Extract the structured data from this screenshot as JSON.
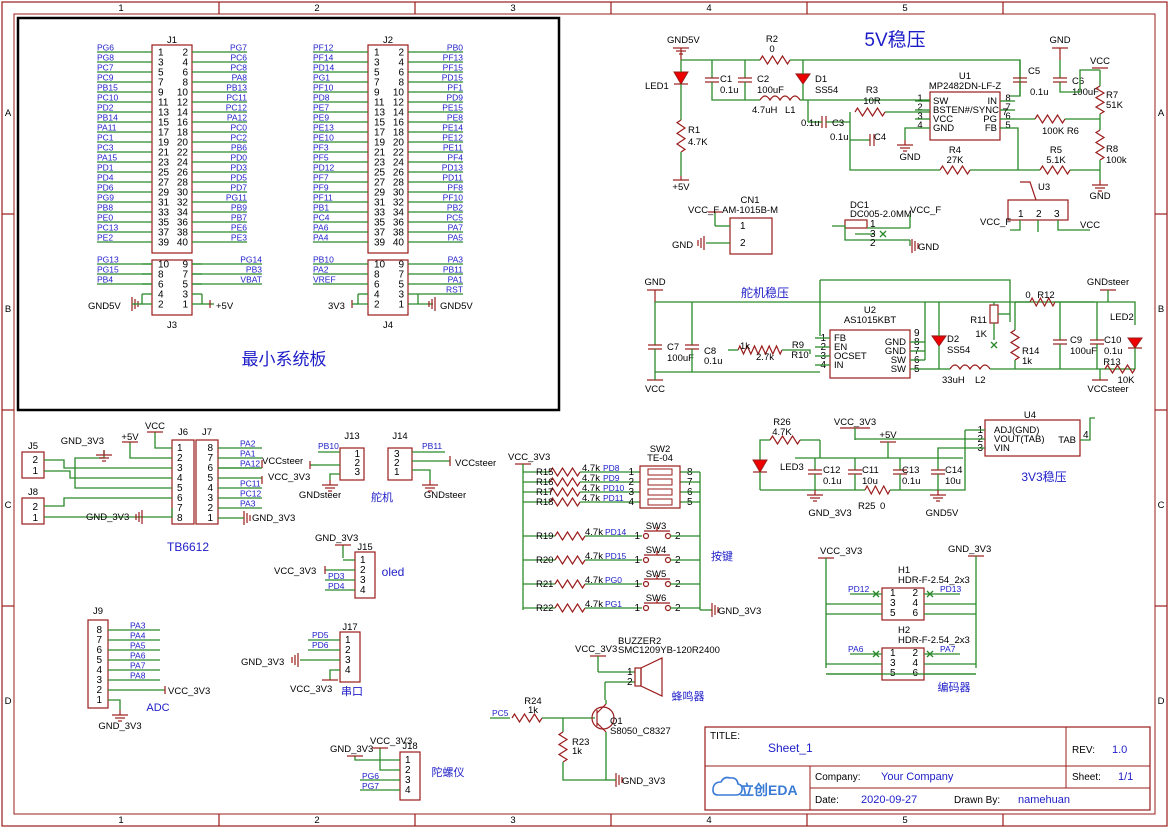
{
  "border": {
    "cols": [
      "1",
      "2",
      "3",
      "4",
      "5"
    ],
    "rows": [
      "A",
      "B",
      "C",
      "D"
    ]
  },
  "titles": {
    "power5v": "5V稳压",
    "minsys": "最小系统板",
    "servo": "舵机稳压",
    "v33": "3V3稳压",
    "tb6612": "TB6612",
    "servo2": "舵机",
    "keys": "按键",
    "oled": "oled",
    "serial": "串口",
    "adc": "ADC",
    "encoder": "编码器",
    "buzzer": "蜂鸣器",
    "gyro": "陀螺仪"
  },
  "j1": {
    "ref": "J1",
    "bottom": "J3",
    "left": [
      "PG6",
      "PG8",
      "PC7",
      "PC9",
      "PB15",
      "PC10",
      "PD2",
      "PB14",
      "PA11",
      "PC1",
      "PC3",
      "PA15",
      "PD1",
      "PD4",
      "PD6",
      "PG9",
      "PB8",
      "PE0",
      "PC13",
      "PE2"
    ],
    "right": [
      "PG7",
      "PC6",
      "PC8",
      "PA8",
      "PB13",
      "PC11",
      "PC12",
      "PA12",
      "PC0",
      "PC2",
      "PB6",
      "PD0",
      "PD3",
      "PD5",
      "PD7",
      "PG11",
      "PB9",
      "PB7",
      "PE6",
      "PE3"
    ],
    "left_pins": [
      "1",
      "3",
      "5",
      "7",
      "9",
      "11",
      "13",
      "15",
      "17",
      "19",
      "21",
      "23",
      "25",
      "27",
      "29",
      "31",
      "33",
      "35",
      "37",
      "39"
    ],
    "right_pins": [
      "2",
      "4",
      "6",
      "8",
      "10",
      "12",
      "14",
      "16",
      "18",
      "20",
      "22",
      "24",
      "26",
      "28",
      "30",
      "32",
      "34",
      "36",
      "38",
      "40"
    ],
    "j3_left": [
      "PG13",
      "PG15",
      "PB4"
    ],
    "j3_right": [
      "PG14",
      "PB3",
      "VBAT"
    ],
    "j3_lpins": [
      "10",
      "8",
      "6",
      "4",
      "2"
    ],
    "j3_rpins": [
      "9",
      "7",
      "5",
      "3",
      "1"
    ],
    "gnd": "GND5V",
    "v5": "+5V"
  },
  "j2": {
    "ref": "J2",
    "bottom": "J4",
    "left": [
      "PF12",
      "PF14",
      "PD14",
      "PG1",
      "PF10",
      "PD8",
      "PE7",
      "PE9",
      "PE13",
      "PE10",
      "PF3",
      "PF5",
      "PD12",
      "PF7",
      "PF9",
      "PF11",
      "PB1",
      "PC4",
      "PA6",
      "PA4"
    ],
    "right": [
      "PB0",
      "PF13",
      "PF15",
      "PD15",
      "PF1",
      "PD9",
      "PE15",
      "PE8",
      "PE14",
      "PE12",
      "PE11",
      "PF4",
      "PD13",
      "PD11",
      "PF8",
      "PF10",
      "PB2",
      "PC5",
      "PA7",
      "PA5"
    ],
    "j4_left": [
      "PB10",
      "PA2",
      "VREF"
    ],
    "j4_right": [
      "PA3",
      "PB11",
      "PA1",
      "RST"
    ],
    "v33": "3V3",
    "gnd": "GND5V"
  },
  "p5": {
    "gnd5v": "GND5V",
    "gnd": "GND",
    "vcc": "VCC",
    "v5": "+5V",
    "r2": [
      "R2",
      "0"
    ],
    "led1": "LED1",
    "c1": [
      "C1",
      "0.1u"
    ],
    "c2": [
      "C2",
      "100uF"
    ],
    "d1": [
      "D1",
      "SS54"
    ],
    "l1": [
      "4.7uH",
      "L1"
    ],
    "r1": [
      "R1",
      "4.7K"
    ],
    "c3": [
      "0.1u",
      "C3"
    ],
    "c4": [
      "0.1u",
      "C4"
    ],
    "r3": [
      "R3",
      "10R"
    ],
    "r4": [
      "R4",
      "27K"
    ],
    "u1": [
      "U1",
      "MP2482DN-LF-Z"
    ],
    "u1l": [
      "SW",
      "BSTEN#/SYNC",
      "VCC",
      "GND"
    ],
    "u1r": [
      "IN",
      "PG",
      "FB"
    ],
    "u1lp": [
      "2",
      "3",
      "4"
    ],
    "u1rp": [
      "8",
      "7",
      "6",
      "5"
    ],
    "u1lp1": "1",
    "r6": "100K R6",
    "r5": [
      "R5",
      "5.1K"
    ],
    "c5": [
      "C5",
      "0.1u"
    ],
    "c6": [
      "C6",
      "100uF"
    ],
    "r7": [
      "R7",
      "51K"
    ],
    "r8": [
      "R8",
      "100k"
    ],
    "u3": "U3",
    "u3p": [
      "1",
      "2",
      "3"
    ]
  },
  "cn1": {
    "ref": "CN1",
    "part": "AM-1015B-M",
    "vcc": "VCC_F",
    "gnd": "GND",
    "p": [
      "1",
      "2"
    ]
  },
  "dc1": {
    "ref": "DC1",
    "part": "DC005-2.0MM",
    "vcc": "VCC_F",
    "gnd": "GND",
    "p": [
      "1",
      "3",
      "2"
    ],
    "u3v": "VCC_F",
    "u3v2": "VCC"
  },
  "sv": {
    "gnd": "GND",
    "vcc": "VCC",
    "gnds": "GNDsteer",
    "vccs": "VCCsteer",
    "c7": [
      "C7",
      "100uF"
    ],
    "c8": [
      "C8",
      "0.1u"
    ],
    "r9": [
      "1k",
      "R9"
    ],
    "r10": [
      "2.7k",
      "R10"
    ],
    "u2": [
      "U2",
      "AS1015KBT"
    ],
    "u2l": [
      "FB",
      "EN",
      "OCSET",
      "IN"
    ],
    "u2lp": [
      "1",
      "2",
      "3",
      "4"
    ],
    "u2r": [
      "GND",
      "GND",
      "SW",
      "SW"
    ],
    "u2rp": [
      "8",
      "7",
      "6",
      "5"
    ],
    "u2r9": "9",
    "d2": [
      "D2",
      "SS54"
    ],
    "l2": [
      "33uH",
      "L2"
    ],
    "r11": [
      "R11",
      "1K"
    ],
    "r12": [
      "0",
      "R12"
    ],
    "r14": [
      "R14",
      "1k"
    ],
    "c9": [
      "C9",
      "100uF"
    ],
    "c10": [
      "C10",
      "0.1u"
    ],
    "r13": [
      "R13",
      "10K"
    ],
    "led2": "LED2"
  },
  "u4": {
    "ref": "U4",
    "pins": [
      "ADJ(GND)",
      "VOUT(TAB)",
      "VIN"
    ],
    "pn": [
      "1",
      "2",
      "3"
    ],
    "tab": "TAB",
    "tp": "4",
    "r26": [
      "R26",
      "4.7K"
    ],
    "led3": "LED3",
    "vcc33": "VCC_3V3",
    "v5": "+5V",
    "c12": [
      "C12",
      "0.1u"
    ],
    "c11": [
      "C11",
      "10u"
    ],
    "c13": [
      "C13",
      "0.1u"
    ],
    "c14": [
      "C14",
      "10u"
    ],
    "r25": "R25",
    "r25v": "0",
    "gnd33": "GND_3V3",
    "gnd5v": "GND5V"
  },
  "tb": {
    "j5": "J5",
    "j8": "J8",
    "j6": "J6",
    "j7": "J7",
    "gnd33": "GND_3V3",
    "vcc": "VCC",
    "v5": "+5V",
    "nets": [
      "PA2",
      "PA1",
      "PA12",
      "VCCsteer",
      "PC11",
      "PC12",
      "PA3"
    ],
    "vcc33": "VCC_3V3",
    "j6p": [
      "1",
      "2",
      "3",
      "4",
      "5",
      "6",
      "7",
      "8"
    ],
    "j7p": [
      "8",
      "7",
      "6",
      "5",
      "4",
      "3",
      "2",
      "1"
    ],
    "j5p": [
      "2",
      "1"
    ],
    "j8p": [
      "2",
      "1"
    ]
  },
  "j13": {
    "ref": "J13",
    "net": "PB10",
    "p": [
      "1",
      "2",
      "3"
    ],
    "vs": "VCCsteer",
    "gs": "GNDsteer"
  },
  "j14": {
    "ref": "J14",
    "net": "PB11",
    "p": [
      "3",
      "2",
      "1"
    ],
    "vs": "VCCsteer",
    "gs": "GNDsteer"
  },
  "sw": {
    "vcc33": "VCC_3V3",
    "gnd33": "GND_3V3",
    "sw2": [
      "SW2",
      "TE-04"
    ],
    "rows": [
      [
        "R15",
        "4.7k",
        "PD8"
      ],
      [
        "R16",
        "4.7k",
        "PD9"
      ],
      [
        "R17",
        "4.7k",
        "PD10"
      ],
      [
        "R18",
        "4.7k",
        "PD11"
      ]
    ],
    "sw2p": [
      "1",
      "2",
      "3",
      "4"
    ],
    "sw2r": [
      "8",
      "7",
      "6",
      "5"
    ],
    "keys": [
      [
        "R19",
        "4.7k",
        "PD14",
        "SW3"
      ],
      [
        "R20",
        "4.7k",
        "PD15",
        "SW4"
      ],
      [
        "R21",
        "4.7k",
        "PG0",
        "SW5"
      ],
      [
        "R22",
        "4.7k",
        "PG1",
        "SW6"
      ]
    ],
    "kp": [
      "1",
      "2"
    ]
  },
  "j15": {
    "ref": "J15",
    "gnd": "GND_3V3",
    "vcc": "VCC_3V3",
    "nets": [
      "PD3",
      "PD4"
    ],
    "p": [
      "1",
      "2",
      "3",
      "4"
    ]
  },
  "j17": {
    "ref": "J17",
    "nets": [
      "PD5",
      "PD6"
    ],
    "gnd": "GND_3V3",
    "vcc": "VCC_3V3",
    "p": [
      "1",
      "2",
      "3",
      "4"
    ]
  },
  "j9": {
    "ref": "J9",
    "nets": [
      "PA3",
      "PA4",
      "PA5",
      "PA6",
      "PA7",
      "PA8"
    ],
    "p": [
      "8",
      "7",
      "6",
      "5",
      "4",
      "3",
      "2",
      "1"
    ],
    "vcc": "VCC_3V3",
    "gnd": "GND_3V3"
  },
  "j18": {
    "ref": "J18",
    "gnd": "GND_3V3",
    "vcc": "VCC_3V3",
    "nets": [
      "PG6",
      "PG7"
    ],
    "p": [
      "1",
      "2",
      "3",
      "4"
    ]
  },
  "bz": {
    "ref": "BUZZER2",
    "part": "SMC1209YB-120R2400",
    "vcc": "VCC_3V3",
    "p": [
      "1",
      "2"
    ],
    "r24": [
      "R24",
      "1k"
    ],
    "pc5": "PC5",
    "r23": [
      "R23",
      "1k"
    ],
    "q1": [
      "Q1",
      "S8050_C8327"
    ],
    "gnd": "GND_3V3"
  },
  "enc": {
    "vcc": "VCC_3V3",
    "gnd": "GND_3V3",
    "h1": [
      "H1",
      "HDR-F-2.54_2x3"
    ],
    "h2": [
      "H2",
      "HDR-F-2.54_2x3"
    ],
    "h1n": [
      "PD12",
      "PD13"
    ],
    "h2n": [
      "PA6",
      "PA7"
    ],
    "lp": [
      "1",
      "3",
      "5"
    ],
    "rp": [
      "2",
      "4",
      "6"
    ]
  },
  "tb_block": {
    "title_k": "TITLE:",
    "title_v": "Sheet_1",
    "rev_k": "REV:",
    "rev_v": "1.0",
    "company_k": "Company:",
    "company_v": "Your Company",
    "sheet_k": "Sheet:",
    "sheet_v": "1/1",
    "date_k": "Date:",
    "date_v": "2020-09-27",
    "drawn_k": "Drawn By:",
    "drawn_v": "namehuan",
    "logo": "立创EDA"
  }
}
